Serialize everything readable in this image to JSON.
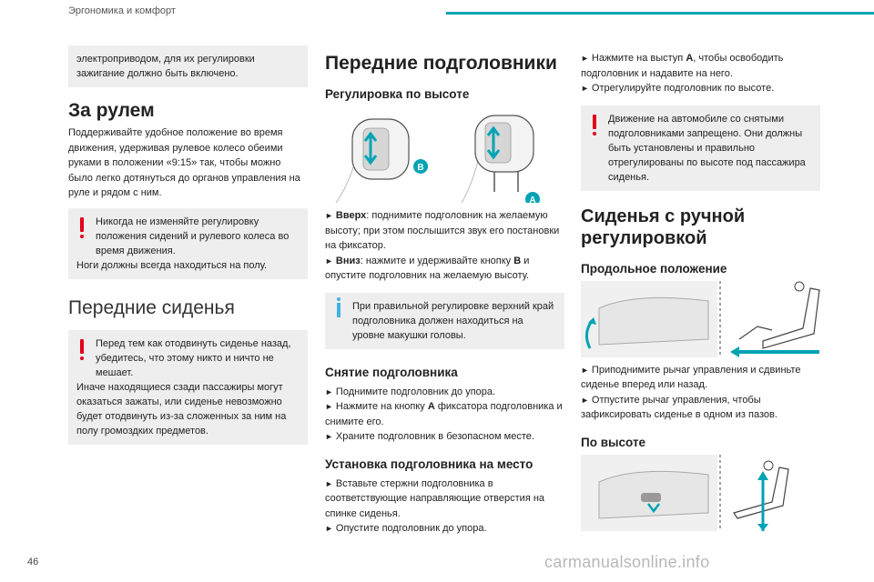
{
  "header": {
    "section": "Эргономика и комфорт"
  },
  "page_number": "46",
  "watermark": "carmanualsonline.info",
  "accent_color": "#00a3b4",
  "warning_color": "#e2001a",
  "info_color": "#3fb1e5",
  "col1": {
    "intro_box": "электроприводом, для их регулировки зажигание должно быть включено.",
    "h_driving": "За рулем",
    "p_driving": "Поддерживайте удобное положение во время движения, удерживая рулевое колесо обеими руками в положении «9:15» так, чтобы можно было легко дотянуться до органов управления на руле и рядом с ним.",
    "warn1_l1": "Никогда не изменяйте регулировку положения сидений и рулевого колеса во время движения.",
    "warn1_l2": "Ноги должны всегда находиться на полу.",
    "h_front": "Передние сиденья",
    "warn2_l1": "Перед тем как отодвинуть сиденье назад, убедитесь, что этому никто и ничто не мешает.",
    "warn2_l2": "Иначе находящиеся сзади пассажиры могут оказаться зажаты, или сиденье невозможно будет отодвинуть из-за сложенных за ним на полу громоздких предметов."
  },
  "col2": {
    "h_heads": "Передние подголовники",
    "h_height": "Регулировка по высоте",
    "label_b": "B",
    "label_a": "A",
    "up_k": "Вверх",
    "up_t": ": поднимите подголовник на желаемую высоту; при этом послышится звук его постановки на фиксатор.",
    "down_k": "Вниз",
    "down_t1": ": нажмите и удерживайте кнопку ",
    "down_b": "B",
    "down_t2": " и опустите подголовник на желаемую высоту.",
    "info": "При правильной регулировке верхний край подголовника должен находиться на уровне макушки головы.",
    "h_remove": "Снятие подголовника",
    "r1": "Поднимите подголовник до упора.",
    "r2a": "Нажмите на кнопку ",
    "r2b": "A",
    "r2c": " фиксатора подголовника и снимите его.",
    "r3": "Храните подголовник в безопасном месте.",
    "h_install": "Установка подголовника на место",
    "i1": "Вставьте стержни подголовника в соответствующие направляющие отверстия на спинке сиденья.",
    "i2": "Опустите подголовник до упора."
  },
  "col3": {
    "s1a": "Нажмите на выступ ",
    "s1b": "A",
    "s1c": ", чтобы освободить подголовник и надавите на него.",
    "s2": "Отрегулируйте подголовник по высоте.",
    "warn": "Движение на автомобиле со снятыми подголовниками запрещено. Они должны быть установлены и правильно отрегулированы по высоте под пассажира сиденья.",
    "h_manual": "Сиденья с ручной регулировкой",
    "h_long": "Продольное положение",
    "l1": "Приподнимите рычаг управления и сдвиньте сиденье вперед или назад.",
    "l2": "Отпустите рычаг управления, чтобы зафиксировать сиденье в одном из пазов.",
    "h_height": "По высоте"
  }
}
